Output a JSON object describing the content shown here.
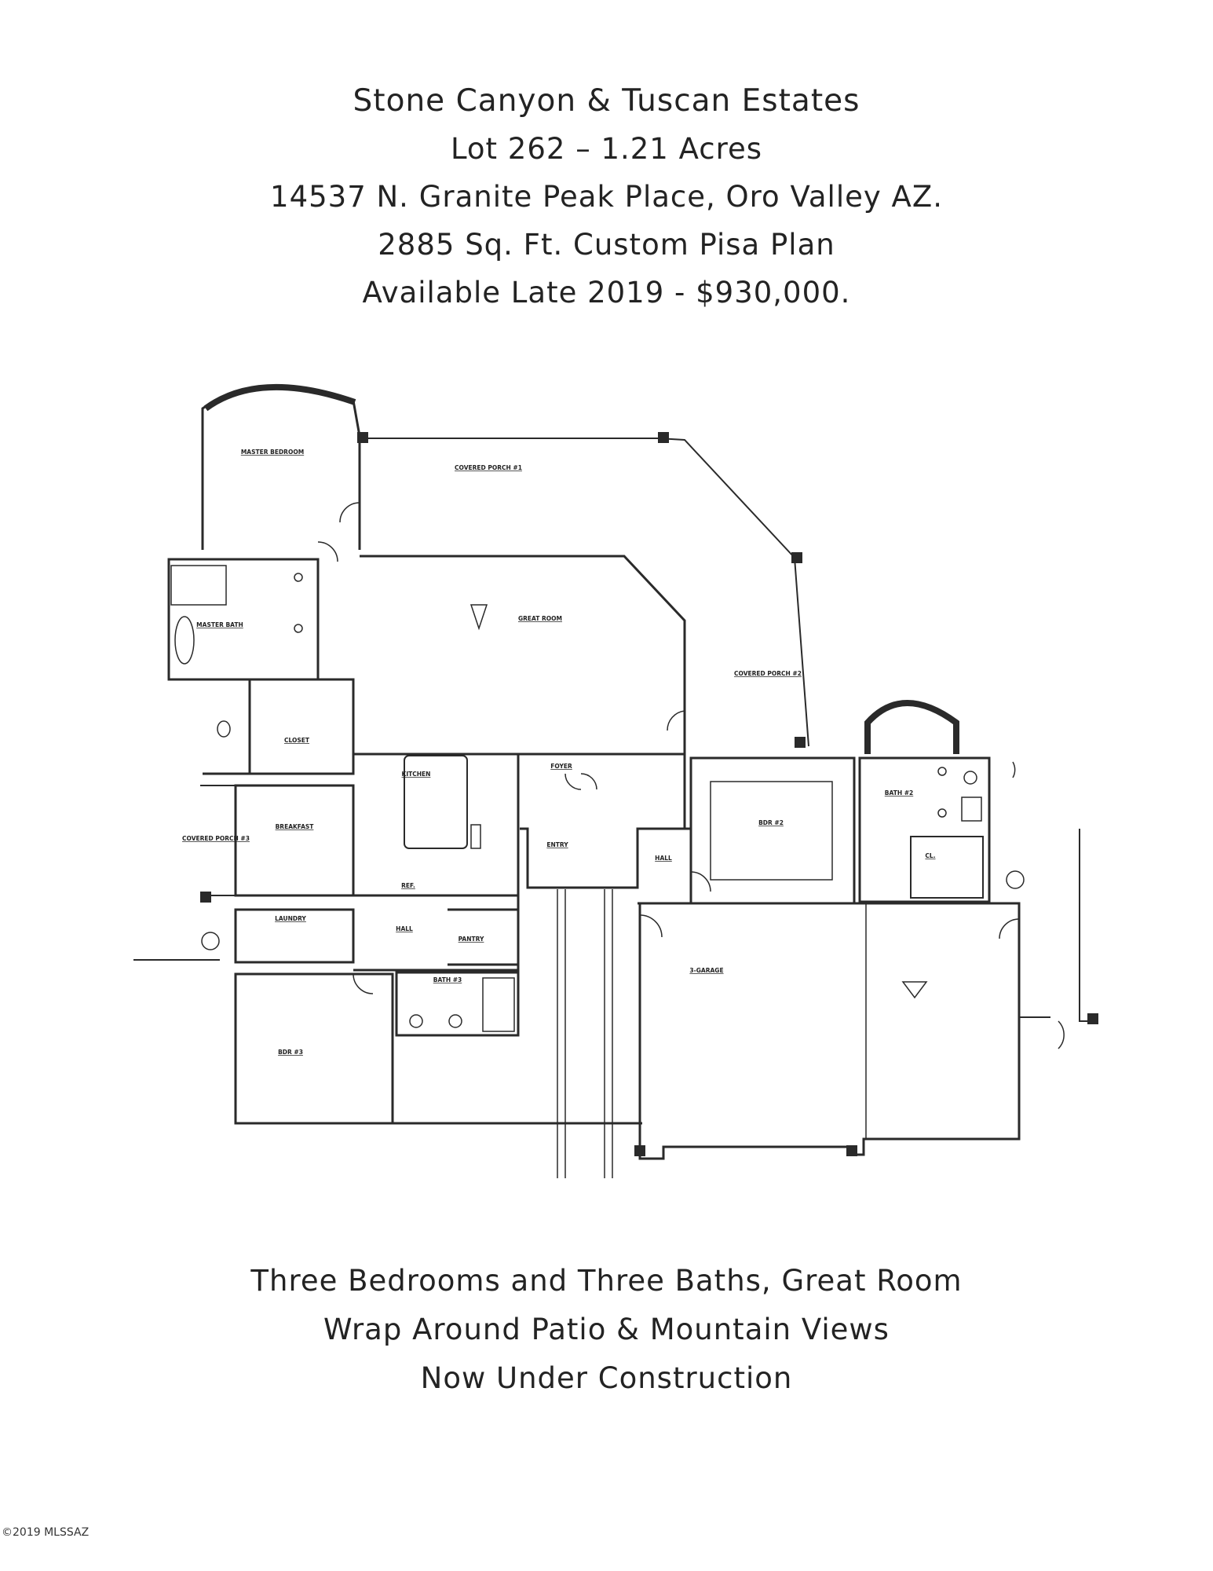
{
  "header": {
    "title": "Stone Canyon & Tuscan Estates",
    "lot": "Lot 262 – 1.21 Acres",
    "address": "14537 N. Granite Peak Place, Oro Valley AZ.",
    "plan": "2885 Sq. Ft. Custom Pisa Plan",
    "availability": "Available Late 2019 - $930,000."
  },
  "rooms": {
    "master_bedroom": "MASTER BEDROOM",
    "covered_porch_1": "COVERED PORCH #1",
    "great_room": "GREAT ROOM",
    "covered_porch_2": "COVERED PORCH #2",
    "master_bath": "MASTER BATH",
    "closet": "CLOSET",
    "kitchen": "KITCHEN",
    "foyer": "FOYER",
    "bdr_2": "BDR #2",
    "bath_2": "BATH #2",
    "cl": "CL.",
    "covered_porch_3": "COVERED PORCH #3",
    "breakfast": "BREAKFAST",
    "entry": "ENTRY",
    "hall_1": "HALL",
    "ref": "REF.",
    "laundry": "LAUNDRY",
    "hall_2": "HALL",
    "pantry": "PANTRY",
    "garage": "3-GARAGE",
    "bath_3": "BATH #3",
    "bdr_3": "BDR #3"
  },
  "footer": {
    "line1": "Three Bedrooms and Three Baths, Great Room",
    "line2": "Wrap Around Patio & Mountain Views",
    "line3": "Now Under Construction"
  },
  "watermark": "©2019 MLSSAZ",
  "colors": {
    "wall": "#2a2a2a",
    "paper": "#ffffff",
    "text": "#232323"
  }
}
